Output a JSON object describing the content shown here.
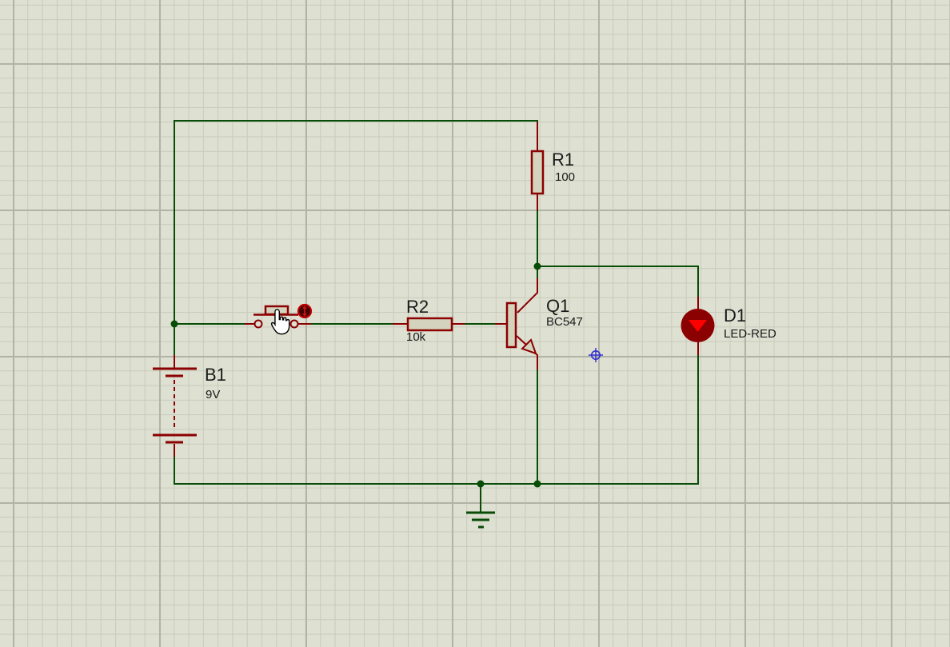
{
  "canvas": {
    "tool": "schematic-editor",
    "grid": {
      "bg": "#dee0d2",
      "minor": "#c8cabb",
      "major": "#b1b3a4"
    },
    "colors": {
      "wire": "#074d07",
      "pin": "#8b0000",
      "component_fill": "#d4d4be",
      "led_body": "#8b0101",
      "led_arrow": "#ff0000",
      "actuator_red": "#cc1111",
      "origin_marker_blue": "#3030d0",
      "label_text": "#1a1a1a"
    }
  },
  "components": {
    "b1": {
      "ref": "B1",
      "value": "9V",
      "type": "battery"
    },
    "r1": {
      "ref": "R1",
      "value": "100",
      "type": "resistor"
    },
    "r2": {
      "ref": "R2",
      "value": "10k",
      "type": "resistor"
    },
    "q1": {
      "ref": "Q1",
      "value": "BC547",
      "type": "npn-transistor"
    },
    "d1": {
      "ref": "D1",
      "value": "LED-RED",
      "type": "led"
    },
    "sw1": {
      "type": "push-button"
    }
  }
}
